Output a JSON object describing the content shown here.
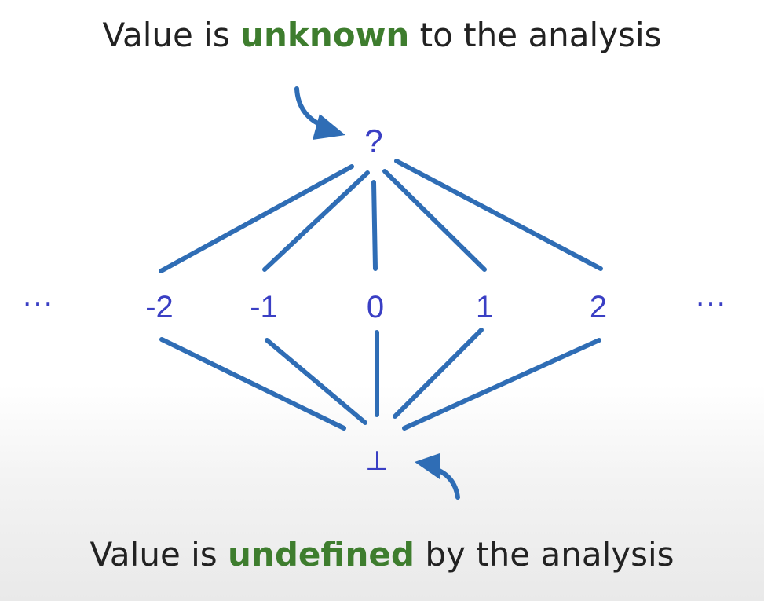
{
  "top_caption": {
    "prefix": "Value is ",
    "highlight": "unknown",
    "suffix": " to the analysis"
  },
  "bottom_caption": {
    "prefix": "Value is ",
    "highlight": "undefined",
    "suffix": " by the analysis"
  },
  "lattice": {
    "top": "?",
    "bottom": "⊥",
    "middle": [
      "-2",
      "-1",
      "0",
      "1",
      "2"
    ],
    "ellipsis_left": "···",
    "ellipsis_right": "···"
  },
  "colors": {
    "edge": "#2f6db5",
    "node_text": "#3a3fc4",
    "highlight": "#3e7d2e",
    "caption_text": "#222222"
  }
}
